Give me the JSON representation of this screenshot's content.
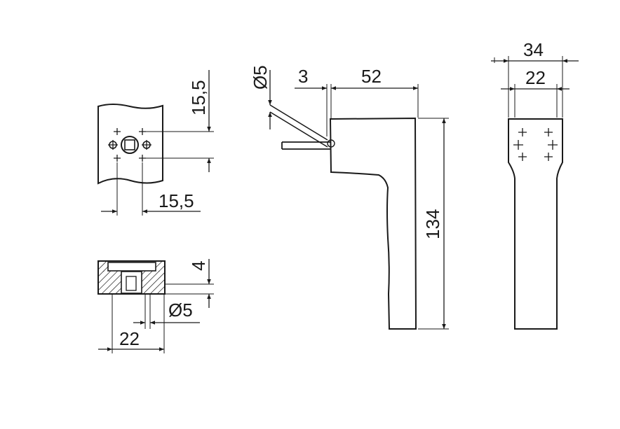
{
  "colors": {
    "ink": "#1a1a1a",
    "background": "#ffffff"
  },
  "views": {
    "top_left": {
      "dim_vertical": "15,5",
      "dim_horizontal": "15,5"
    },
    "bottom_left": {
      "dim_depth": "4",
      "dim_pin_diameter": "Ø5",
      "dim_width": "22"
    },
    "side": {
      "dim_rod_diameter": "Ø5",
      "dim_gap": "3",
      "dim_reach": "52",
      "dim_height": "134"
    },
    "front": {
      "dim_overall_width": "34",
      "dim_inner_width": "22"
    }
  }
}
